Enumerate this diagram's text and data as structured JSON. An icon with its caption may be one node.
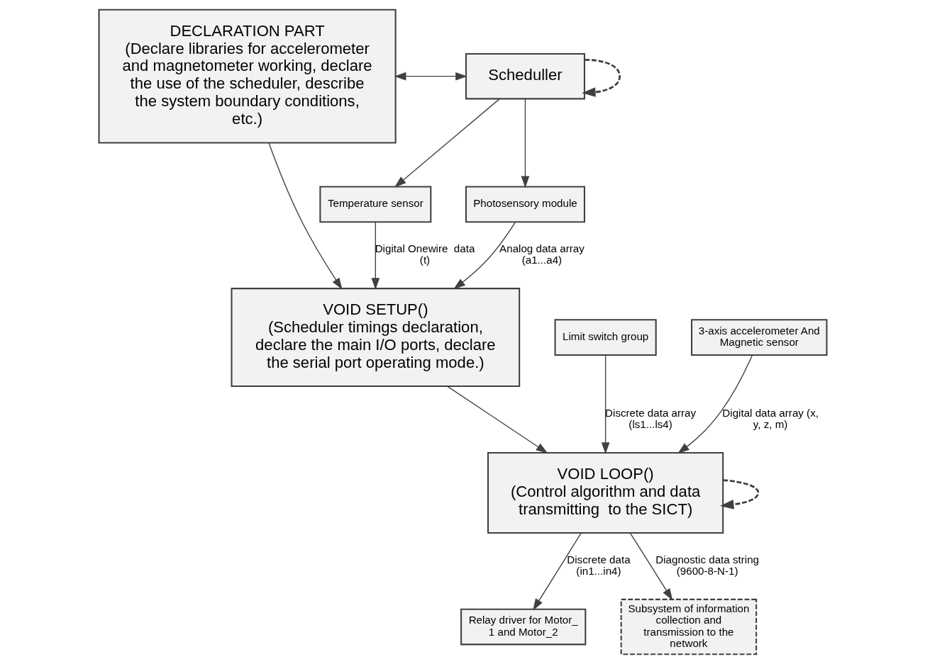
{
  "diagram": {
    "nodes": [
      {
        "text": [
          "DECLARATION PART",
          "(Declare libraries for accelerometer and magnetometer working, declare the use of the scheduler, describe the system boundary conditions, etc.)"
        ]
      },
      {
        "text": [
          "Scheduller"
        ]
      },
      {
        "text": [
          "Temperature sensor"
        ]
      },
      {
        "text": [
          "Photosensory module"
        ]
      },
      {
        "text": [
          "VOID SETUP()",
          "(Scheduler timings declaration, declare the main I/O ports, declare the serial port operating mode.)"
        ]
      },
      {
        "text": [
          "Limit switch group"
        ]
      },
      {
        "text": [
          "3-axis accelerometer And Magnetic sensor"
        ]
      },
      {
        "text": [
          "Relay driver for Motor_ 1 and Motor_2"
        ]
      },
      {
        "text": [
          "VOID LOOP()",
          "(Control algorithm and data transmitting  to the SICT)"
        ]
      },
      {
        "text": [
          "Subsystem of information collection and transmission to the network"
        ]
      }
    ],
    "edges": [
      {
        "from": 0,
        "to": 1,
        "arrow": "both"
      },
      {
        "from": 1,
        "to": 1,
        "arrow": "to",
        "style": "dashed"
      },
      {
        "from": 1,
        "to": 2,
        "arrow": "to"
      },
      {
        "from": 1,
        "to": 3,
        "arrow": "to"
      },
      {
        "from": 0,
        "to": 4,
        "arrow": "to"
      },
      {
        "from": 2,
        "to": 4,
        "arrow": "to",
        "label": "Digital Onewire  data (t)"
      },
      {
        "from": 3,
        "to": 4,
        "arrow": "to",
        "label": "Analog data array (a1...a4)"
      },
      {
        "from": 4,
        "to": 8,
        "arrow": "to"
      },
      {
        "from": 8,
        "to": 8,
        "arrow": "to",
        "style": "dashed"
      },
      {
        "from": 5,
        "to": 8,
        "arrow": "to",
        "label": "Discrete data array (ls1...ls4)"
      },
      {
        "from": 6,
        "to": 8,
        "arrow": "to",
        "label": "Digital data array (x, y, z, m)"
      },
      {
        "from": 8,
        "to": 7,
        "arrow": "to",
        "label": "Discrete data (in1...in4)"
      },
      {
        "from": 8,
        "to": 9,
        "arrow": "to",
        "label": "Diagnostic data string (9600-8-N-1)"
      }
    ]
  }
}
